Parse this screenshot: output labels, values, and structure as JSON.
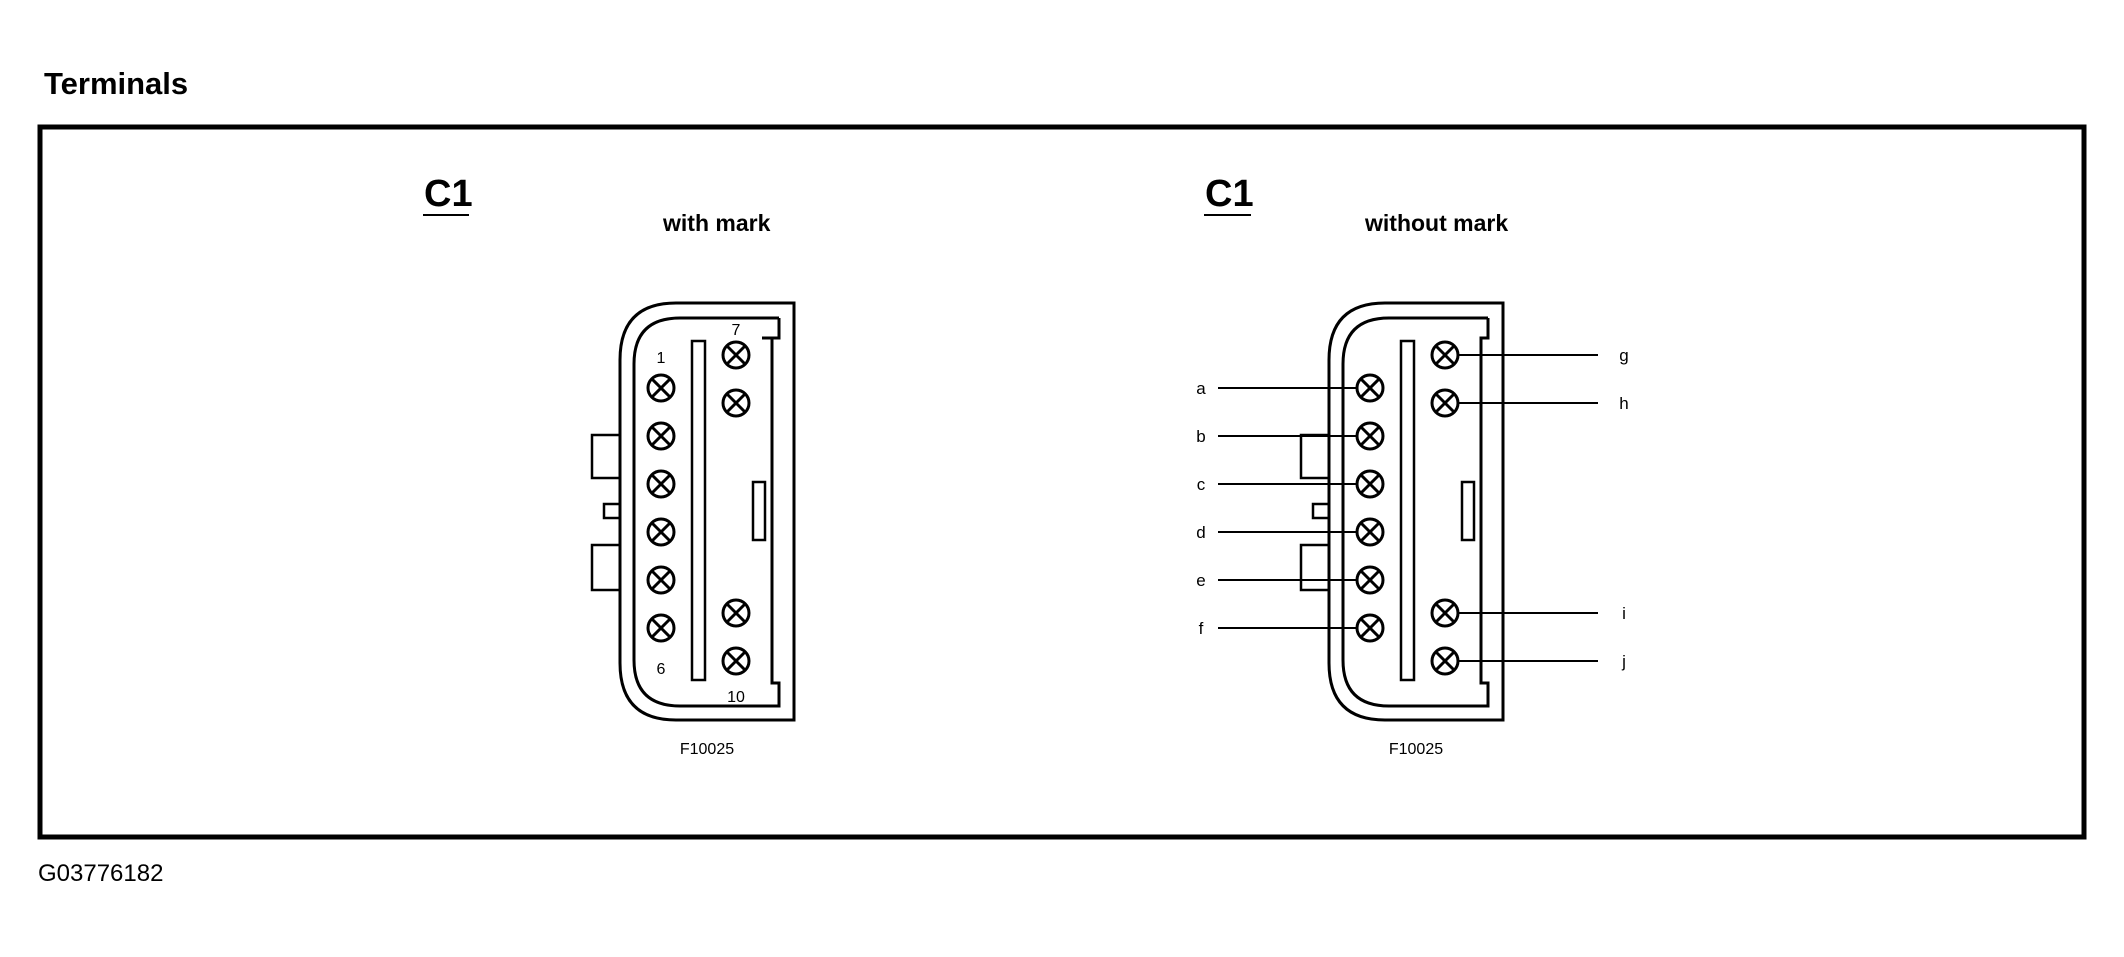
{
  "title": "Terminals",
  "figure_id": "G03776182",
  "connectors": [
    {
      "name": "C1",
      "caption": "with mark",
      "part_number": "F10025",
      "pin_numbers": {
        "first": "1",
        "sixth": "6",
        "seventh": "7",
        "tenth": "10"
      }
    },
    {
      "name": "C1",
      "caption": "without mark",
      "part_number": "F10025",
      "terminal_labels": {
        "left": [
          "a",
          "b",
          "c",
          "d",
          "e",
          "f"
        ],
        "right": [
          "g",
          "h",
          "i",
          "j"
        ]
      }
    }
  ],
  "colors": {
    "line": "#000000",
    "background": "#ffffff"
  }
}
